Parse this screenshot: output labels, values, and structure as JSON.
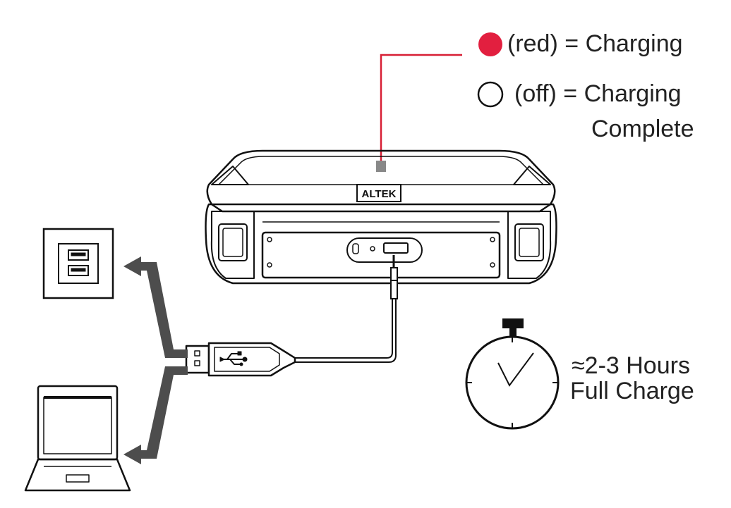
{
  "legend": {
    "charging": {
      "state": "(red)",
      "equals": "=",
      "meaning": "Charging",
      "dot_color": "#e21f3f"
    },
    "complete": {
      "state": "(off)",
      "equals": "=",
      "meaning_line1": "Charging",
      "meaning_line2": "Complete"
    }
  },
  "timer": {
    "line1": "≈2-3 Hours",
    "line2": "Full Charge"
  },
  "device": {
    "logo_text": "ALTEK"
  },
  "colors": {
    "leader_line": "#d71f35",
    "arrow": "#4d4d4d",
    "stroke": "#111111"
  },
  "icons": [
    "wall-usb-socket-icon",
    "laptop-icon",
    "usb-plug-icon",
    "stopwatch-icon",
    "power-bank-icon"
  ]
}
